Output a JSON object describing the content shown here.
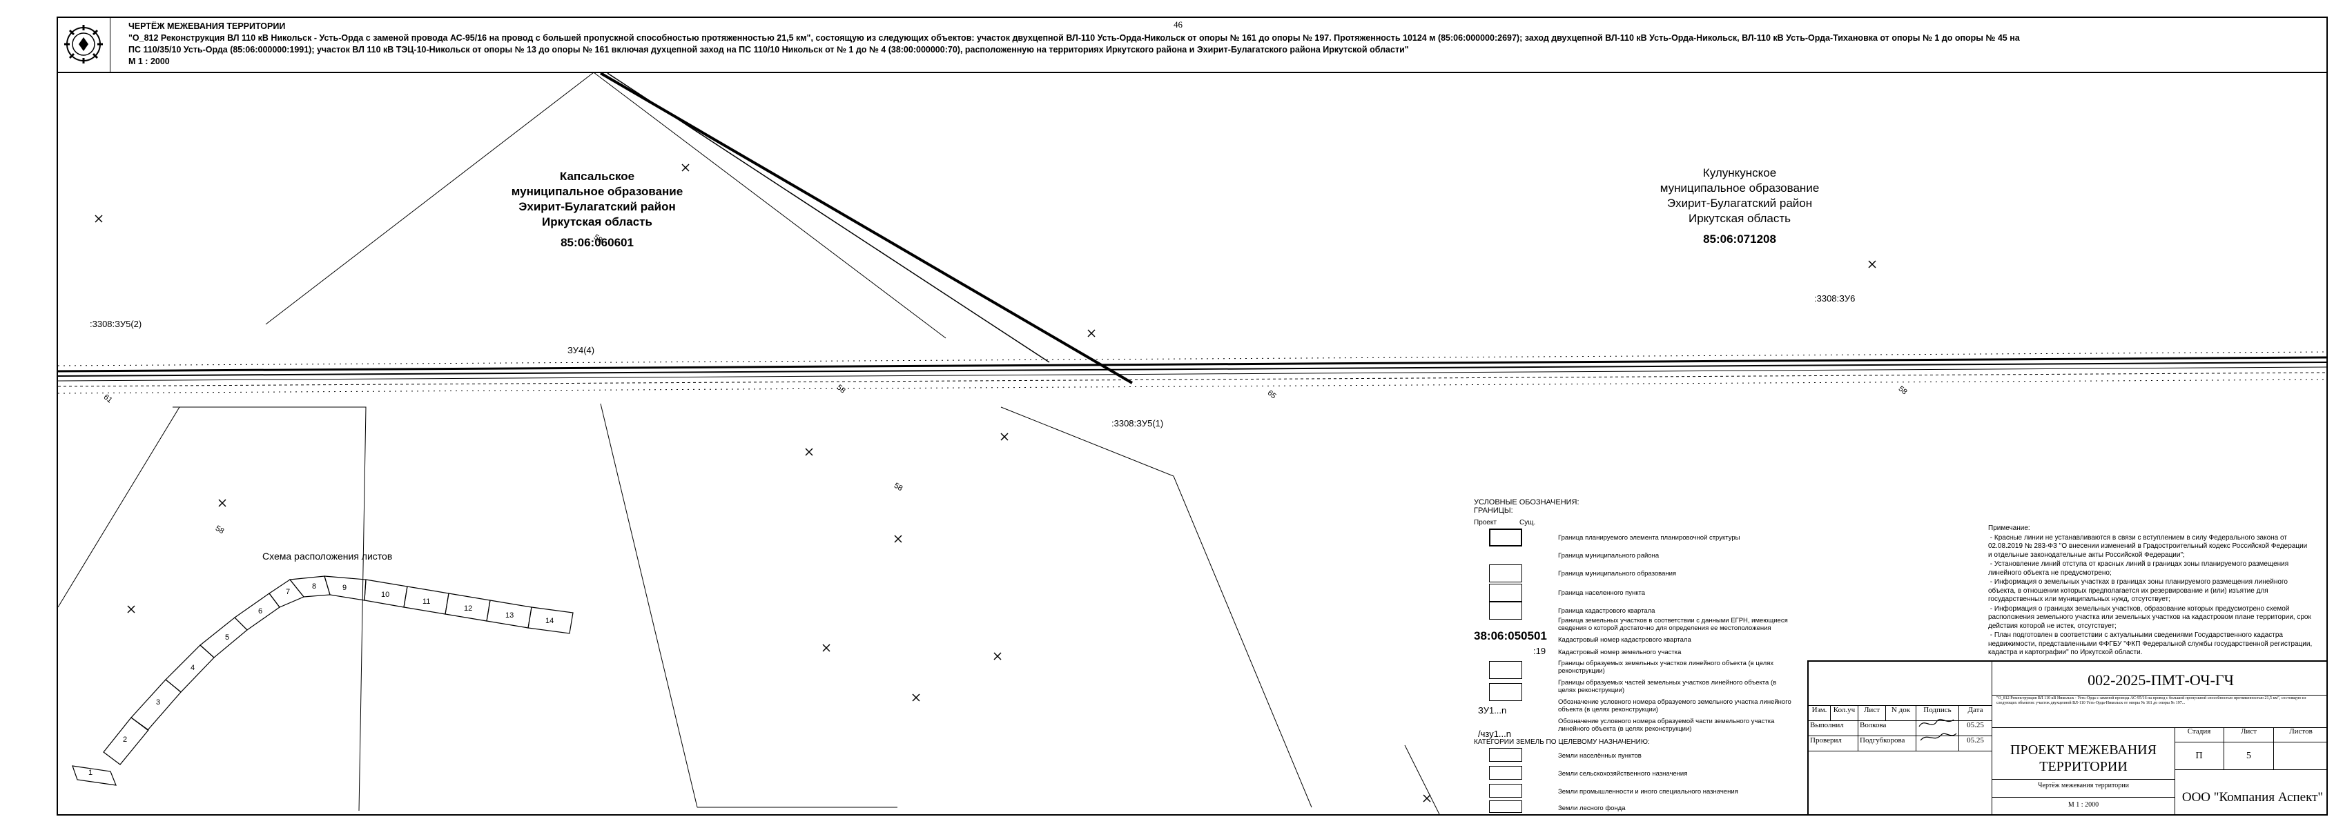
{
  "page_number": "46",
  "header": {
    "title": "ЧЕРТЁЖ МЕЖЕВАНИЯ ТЕРРИТОРИИ",
    "line1": "\"О_812 Реконструкция ВЛ 110 кВ Никольск - Усть-Орда с заменой провода АС-95/16 на провод с большей пропускной способностью протяженностью 21,5 км\", состоящую из следующих объектов: участок двухцепной ВЛ-110 Усть-Орда-Никольск от опоры № 161 до опоры № 197. Протяженность 10124 м (85:06:000000:2697); заход двухцепной ВЛ-110 кВ Усть-Орда-Никольск, ВЛ-110 кВ Усть-Орда-Тихановка от опоры № 1 до опоры № 45 на",
    "line2": "ПС 110/35/10 Усть-Орда (85:06:000000:1991); участок ВЛ 110 кВ ТЭЦ-10-Никольск от опоры № 13 до опоры № 161 включая духцепной заход на ПС 110/10 Никольск от № 1 до № 4 (38:00:000000:70), расположенную на территориях Иркутского района и Эхирит-Булагатского района Иркутской области\"",
    "scale": "М 1 : 2000"
  },
  "map": {
    "region_left": {
      "line1": "Капсальское",
      "line2": "муниципальное образование",
      "line3": "Эхирит-Булагатский район",
      "line4": "Иркутская область",
      "code": "85:06:060601"
    },
    "region_right": {
      "line1": "Кулункунское",
      "line2": "муниципальное образование",
      "line3": "Эхирит-Булагатский район",
      "line4": "Иркутская область",
      "code": "85:06:071208"
    },
    "labels": {
      "zu5_2": ":3308:ЗУ5(2)",
      "zu4_4": "ЗУ4(4)",
      "zu6": ":3308:ЗУ6",
      "zu5_1": ":3308:ЗУ5(1)",
      "n58a": "58",
      "n58b": "58",
      "n58c": "58",
      "n58d": "58",
      "n61": "61",
      "n65": "65",
      "n58e": "58"
    },
    "scheme": {
      "title": "Схема расположения листов",
      "sheets": [
        "1",
        "2",
        "3",
        "4",
        "5",
        "6",
        "7",
        "8",
        "9",
        "10",
        "11",
        "12",
        "13",
        "14"
      ]
    }
  },
  "legend": {
    "title": "УСЛОВНЫЕ ОБОЗНАЧЕНИЯ:",
    "subtitle": "ГРАНИЦЫ:",
    "col_project": "Проект",
    "col_existing": "Сущ.",
    "items": [
      "Граница планируемого элемента планировочной структуры",
      "Граница муниципального района",
      "Граница муниципального образования",
      "Граница населенного пункта",
      "Граница кадастрового квартала",
      "Граница земельных участков в соответствии с данными ЕГРН, имеющиеся сведения о которой достаточно для определения ее местоположения",
      "Кадастровый номер кадастрового квартала",
      "Кадастровый номер земельного участка",
      "Границы образуемых земельных участков линейного объекта (в целях реконструкции)",
      "Границы образуемых частей земельных участков линейного объекта (в целях реконструкции)",
      "Обозначение условного номера образуемого земельного участка линейного объекта (в целях реконструкции)",
      "Обозначение условного номера образуемой части земельного участка линейного объекта (в целях реконструкции)"
    ],
    "code_quarter": "38:06:050501",
    "code_parcel": ":19",
    "code_zu": "ЗУ1...n",
    "code_chzu": "/чзу1...n",
    "categories_title": "КАТЕГОРИИ ЗЕМЕЛЬ ПО ЦЕЛЕВОМУ НАЗНАЧЕНИЮ:",
    "categories": [
      "Земли населённых пунктов",
      "Земли сельскохозяйственного назначения",
      "Земли промышленности и иного специального назначения",
      "Земли лесного фонда"
    ]
  },
  "notes": {
    "title": "Примечание:",
    "items": [
      "Красные линии не устанавливаются в связи с вступлением в силу Федерального закона от 02.08.2019 № 283-ФЗ \"О внесении изменений в Градостроительный кодекс Российской Федерации и отдельные законодательные акты Российской Федерации\";",
      "Установление линий отступа от красных линий в границах зоны планируемого размещения линейного объекта не предусмотрено;",
      "Информация о земельных участках в границах зоны планируемого размещения линейного объекта, в отношении которых предполагается их резервирование и (или) изъятие для государственных или муниципальных нужд, отсутствует;",
      "Информация о границах земельных участков, образование которых предусмотрено схемой расположения земельного участка или земельных участков на кадастровом плане территории, срок действия которой не истек, отсутствует;",
      "План подготовлен в соответствии с актуальными сведениями Государственного кадастра недвижимости, представленными ФФГБУ \"ФКП Федеральной службы государственной регистрации, кадастра и картографии\" по Иркутской области."
    ]
  },
  "stamp": {
    "doc_code": "002-2025-ПМТ-ОЧ-ГЧ",
    "desc": "\"О_812 Реконструкция ВЛ 110 кВ Никольск - Усть-Орда с заменой провода АС-95/16 на провод с большей пропускной способностью протяженностью 21,5 км\", состоящую из следующих объектов: участок двухцепной ВЛ-110 Усть-Орда-Никольск от опоры № 161 до опоры № 197...",
    "col_izm": "Изм.",
    "col_kol": "Кол.уч",
    "col_list": "Лист",
    "col_ndok": "N док",
    "col_podp": "Подпись",
    "col_data": "Дата",
    "role1": "Выполнил",
    "name1": "Волкова",
    "date1": "05.25",
    "role2": "Проверил",
    "name2": "Подгубкорова",
    "date2": "05.25",
    "title_line1": "ПРОЕКТ МЕЖЕВАНИЯ",
    "title_line2": "ТЕРРИТОРИИ",
    "stage_h": "Стадия",
    "sheet_h": "Лист",
    "sheets_h": "Листов",
    "stage": "П",
    "sheet": "5",
    "sheets": "",
    "drawing": "Чертёж межевания территории",
    "scale": "М 1 : 2000",
    "company": "ООО \"Компания Аспект\""
  },
  "colors": {
    "line": "#000000",
    "paper": "#ffffff"
  }
}
